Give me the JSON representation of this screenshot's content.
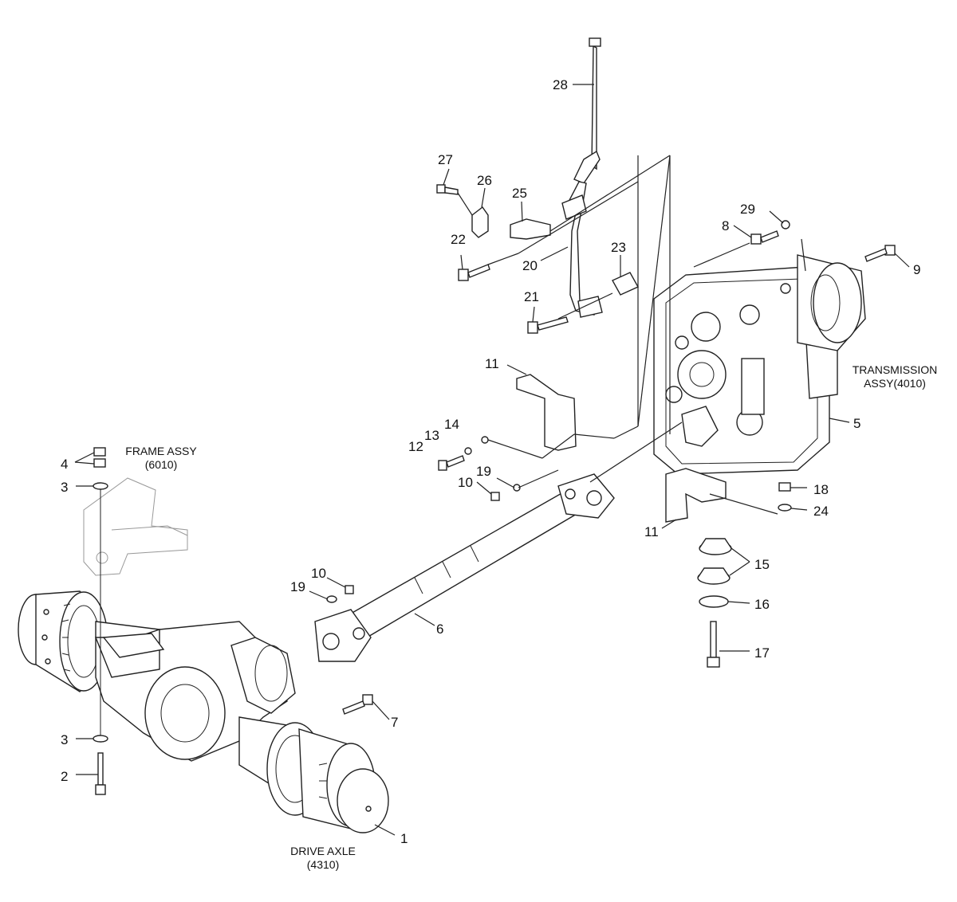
{
  "labels": {
    "frame_assy": "FRAME ASSY",
    "frame_assy_code": "(6010)",
    "transmission_assy": "TRANSMISSION",
    "transmission_assy_code": "ASSY(4010)",
    "drive_axle": "DRIVE AXLE",
    "drive_axle_code": "(4310)"
  },
  "callouts": [
    "1",
    "2",
    "3",
    "3",
    "4",
    "5",
    "6",
    "7",
    "8",
    "9",
    "10",
    "10",
    "11",
    "11",
    "12",
    "13",
    "14",
    "15",
    "16",
    "17",
    "18",
    "19",
    "19",
    "20",
    "21",
    "22",
    "23",
    "24",
    "25",
    "26",
    "27",
    "28",
    "29"
  ]
}
